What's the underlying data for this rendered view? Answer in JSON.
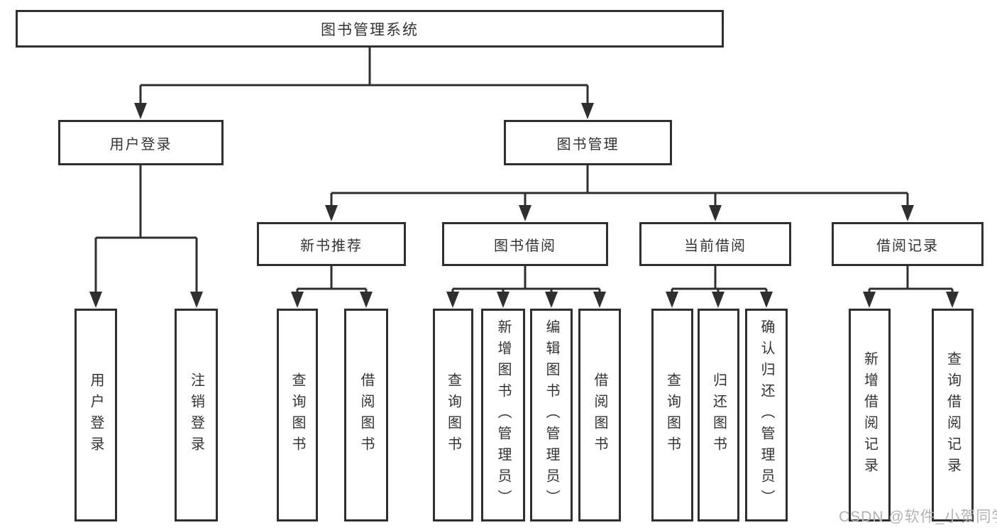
{
  "diagram": {
    "root": {
      "label": "图书管理系统"
    },
    "children": [
      {
        "label": "用户登录",
        "children": [
          {
            "label": "用户登录"
          },
          {
            "label": "注销登录"
          }
        ]
      },
      {
        "label": "图书管理",
        "children": [
          {
            "label": "新书推荐",
            "children": [
              {
                "label": "查询图书"
              },
              {
                "label": "借阅图书"
              }
            ]
          },
          {
            "label": "图书借阅",
            "children": [
              {
                "label": "查询图书"
              },
              {
                "label": "新增图书（管理员）"
              },
              {
                "label": "编辑图书（管理员）"
              },
              {
                "label": "借阅图书"
              }
            ]
          },
          {
            "label": "当前借阅",
            "children": [
              {
                "label": "查询图书"
              },
              {
                "label": "归还图书"
              },
              {
                "label": "确认归还（管理员）"
              }
            ]
          },
          {
            "label": "借阅记录",
            "children": [
              {
                "label": "新增借阅记录"
              },
              {
                "label": "查询借阅记录"
              }
            ]
          }
        ]
      }
    ]
  },
  "watermark": {
    "text": "CSDN @软件_小贺同学"
  },
  "colors": {
    "line": "#2f2f2f",
    "box_border": "#2f2f2f",
    "box_fill": "#ffffff",
    "text": "#333333",
    "watermark": "#b3b3b3",
    "background": "#ffffff"
  }
}
